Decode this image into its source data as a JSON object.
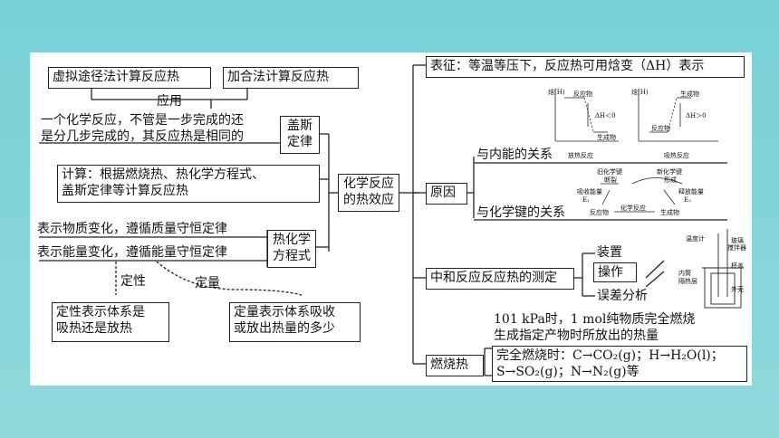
{
  "nodes": {
    "virtual_path": "虚拟途径法计算反应热",
    "addition": "加合法计算反应热",
    "apply": "应用",
    "hess_desc_1": "一个化学反应，不管是一步完成的还",
    "hess_desc_2": "是分几步完成的，其反应热是相同的",
    "hess_law_1": "盖斯",
    "hess_law_2": "定律",
    "calc_1": "计算：根据燃烧热、热化学方程式、",
    "calc_2": "盖斯定律等计算反应热",
    "center_1": "化学反应",
    "center_2": "的热效应",
    "mass_law": "表示物质变化，遵循质量守恒定律",
    "energy_law": "表示能量变化，遵循能量守恒定律",
    "thermo_1": "热化学",
    "thermo_2": "方程式",
    "qualitative": "定性",
    "quantitative": "定量",
    "qual_box_1": "定性表示体系是",
    "qual_box_2": "吸热还是放热",
    "quant_box_1": "定量表示体系吸收",
    "quant_box_2": "或放出热量的多少",
    "representation": "表征：等温等压下，反应热可用焓变（ΔH）表示",
    "cause": "原因",
    "internal_energy": "与内能的关系",
    "chemical_bond": "与化学键的关系",
    "neutralization": "中和反应反应热的测定",
    "apparatus": "装置",
    "operation": "操作",
    "error": "误差分析",
    "combustion": "燃烧热",
    "comb_def_1": "101 kPa时，1 mol纯物质完全燃烧",
    "comb_def_2": "生成指定产物时所放出的热量",
    "comb_complete_1": "完全燃烧时：C→CO₂(g)；H→H₂O(l)；",
    "comb_complete_2": "S→SO₂(g)；N→N₂(g)等"
  },
  "energy_diagram": {
    "y_axis": "焓(H)",
    "reactant": "反应物",
    "product": "生成物",
    "dh_neg": "ΔH＜0",
    "dh_pos": "ΔH＞0",
    "exo": "放热反应",
    "endo": "吸热反应"
  },
  "bond_diagram": {
    "old_bond": "旧化学键",
    "break": "断裂",
    "new_bond": "新化学键",
    "form": "形成",
    "absorb": "吸收能量",
    "e1": "E₁",
    "release": "释放能量",
    "e2": "E₂",
    "reactant": "反应物",
    "reaction": "化学反应",
    "product": "生成物"
  },
  "apparatus_diagram": {
    "thermometer": "温度计",
    "stirrer_1": "玻璃",
    "stirrer_2": "搅拌器",
    "lid": "杯盖",
    "inner": "内筒",
    "insulation": "隔热层",
    "outer": "外壳"
  }
}
